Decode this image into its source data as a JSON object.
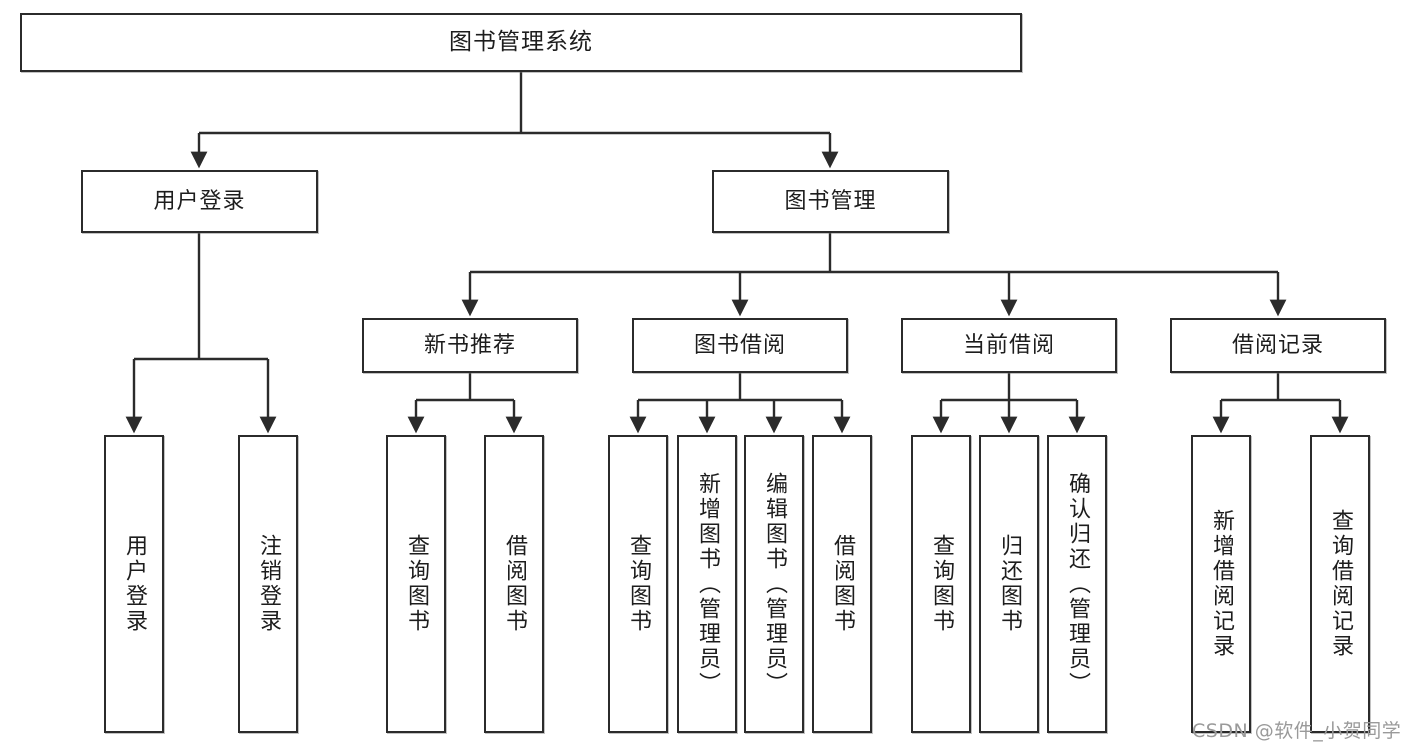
{
  "diagram": {
    "title_node": {
      "label": "图书管理系统"
    },
    "level2": [
      {
        "label": "用户登录"
      },
      {
        "label": "图书管理"
      }
    ],
    "level3": [
      {
        "label": "新书推荐"
      },
      {
        "label": "图书借阅"
      },
      {
        "label": "当前借阅"
      },
      {
        "label": "借阅记录"
      }
    ],
    "leaves": [
      {
        "label": "用户登录"
      },
      {
        "label": "注销登录"
      },
      {
        "label": "查询图书"
      },
      {
        "label": "借阅图书"
      },
      {
        "label": "查询图书"
      },
      {
        "label": "新增图书（管理员）"
      },
      {
        "label": "编辑图书（管理员）"
      },
      {
        "label": "借阅图书"
      },
      {
        "label": "查询图书"
      },
      {
        "label": "归还图书"
      },
      {
        "label": "确认归还（管理员）"
      },
      {
        "label": "新增借阅记录"
      },
      {
        "label": "查询借阅记录"
      }
    ],
    "watermark": "CSDN @软件_小贺同学",
    "colors": {
      "stroke": "#2b2b2b",
      "fill": "#ffffff",
      "text": "#1d1d1d",
      "watermark": "#9a9a9a"
    }
  }
}
